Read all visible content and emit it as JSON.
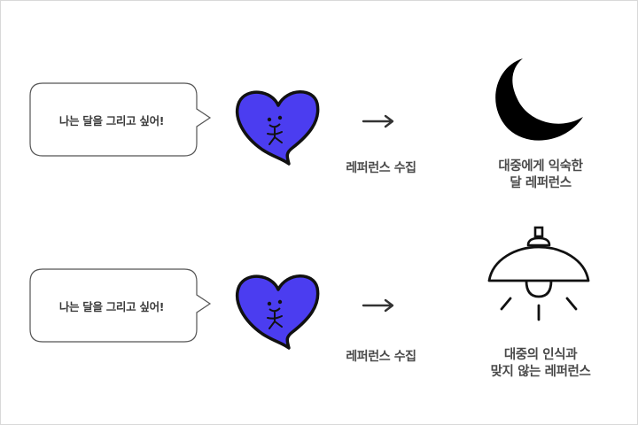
{
  "rows": [
    {
      "bubble_text": "나는 달을 그리고 싶어!",
      "arrow_glyph": "→",
      "collect_label": "레퍼런스 수집",
      "caption_lines": [
        "대중에게 익숙한",
        "달 레퍼런스"
      ],
      "reference_icon": "crescent-moon-icon"
    },
    {
      "bubble_text": "나는 달을 그리고 싶어!",
      "arrow_glyph": "→",
      "collect_label": "레퍼런스 수집",
      "caption_lines": [
        "대중의 인식과",
        "맞지 않는 레퍼런스"
      ],
      "reference_icon": "pendant-lamp-icon"
    }
  ],
  "colors": {
    "heart_fill": "#4b3df0",
    "outline": "#111111",
    "text": "#4a4a4a"
  }
}
